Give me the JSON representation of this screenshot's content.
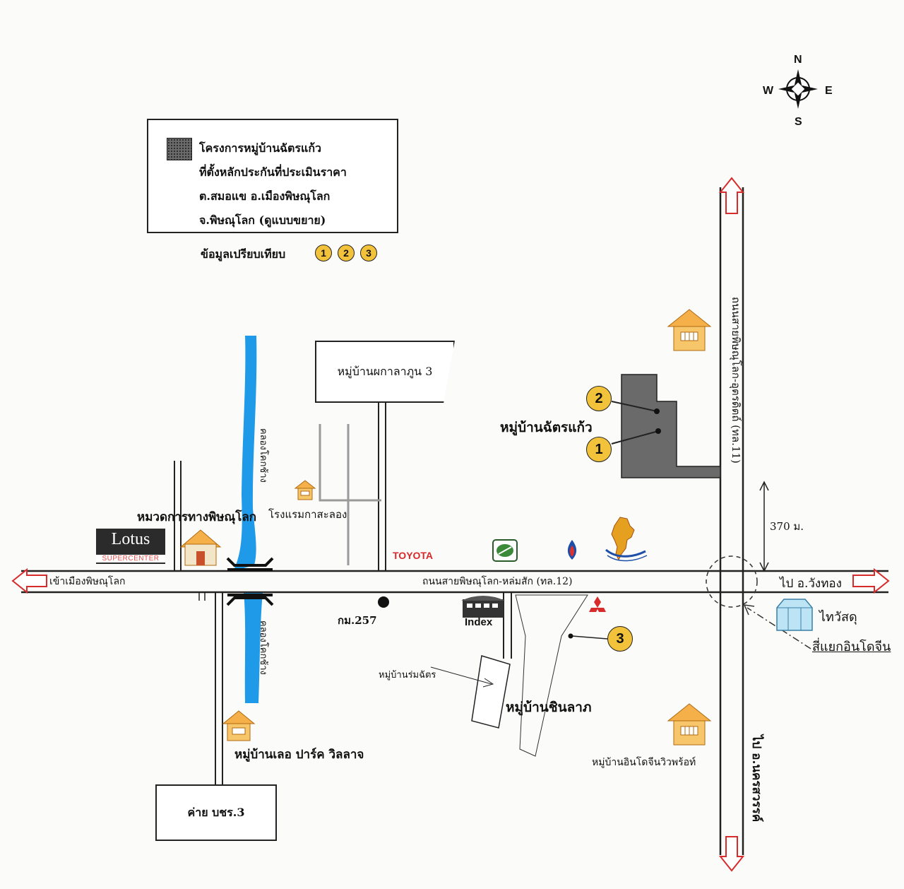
{
  "legend": {
    "project_line": "โครงการหมู่บ้านฉัตรแก้ว",
    "line2": "ที่ตั้งหลักประกันที่ประเมินราคา",
    "line3": "ต.สมอแข  อ.เมืองพิษณุโลก",
    "line4": "จ.พิษณุโลก  (ดูแบบขยาย)",
    "compare_label": "ข้อมูลเปรียบเทียบ",
    "compare_markers": [
      "1",
      "2",
      "3"
    ]
  },
  "compass": {
    "n": "N",
    "s": "S",
    "e": "E",
    "w": "W"
  },
  "roads": {
    "main_road": "ถนนสายพิษณุโลก-หล่มสัก (ทล.12)",
    "vertical_road": "ถนนสายพิษณุโลก-อุตรดิตถ์ (ทล.11)",
    "to_wangthong": "ไป อ.วังทอง",
    "to_city": "เข้าเมืองพิษณุโลก",
    "to_nakhonsawan": "ไป อ.นครสวรรค์"
  },
  "places": {
    "village_3": "หมู่บ้านผกาลาภูน 3",
    "chatkaew": "หมู่บ้านฉัตรแก้ว",
    "canal_top": "คลองโคกช้าง",
    "canal_bottom": "คลองโคกช้าง",
    "highway_dept": "หมวดการทางพิษณุโลก",
    "hotel": "โรงแรมกาสะลอง",
    "lotus_name": "Lotus",
    "lotus_sub": "SUPERCENTER",
    "toyota": "TOYOTA",
    "km": "กม.257",
    "index": "Index",
    "romchat": "หมู่บ้านร่มฉัตร",
    "chinlap": "หมู่บ้านชินลาภ",
    "thaiwatsadu": "ไทวัสดุ",
    "indochina_junction": "สี่แยกอินโดจีน",
    "indochina_village": "หมู่บ้านอินโดจีนวิวพร้อท์",
    "lover_park": "หมู่บ้านเลอ ปาร์ค วิลลาจ",
    "camp": "ค่าย บชร.3",
    "distance": "370 ม."
  },
  "markers": {
    "m1": "1",
    "m2": "2",
    "m3": "3"
  },
  "colors": {
    "canal": "#1e9ae8",
    "marker": "#f2c23a",
    "arrow": "#d82b2b",
    "road": "#222222"
  }
}
